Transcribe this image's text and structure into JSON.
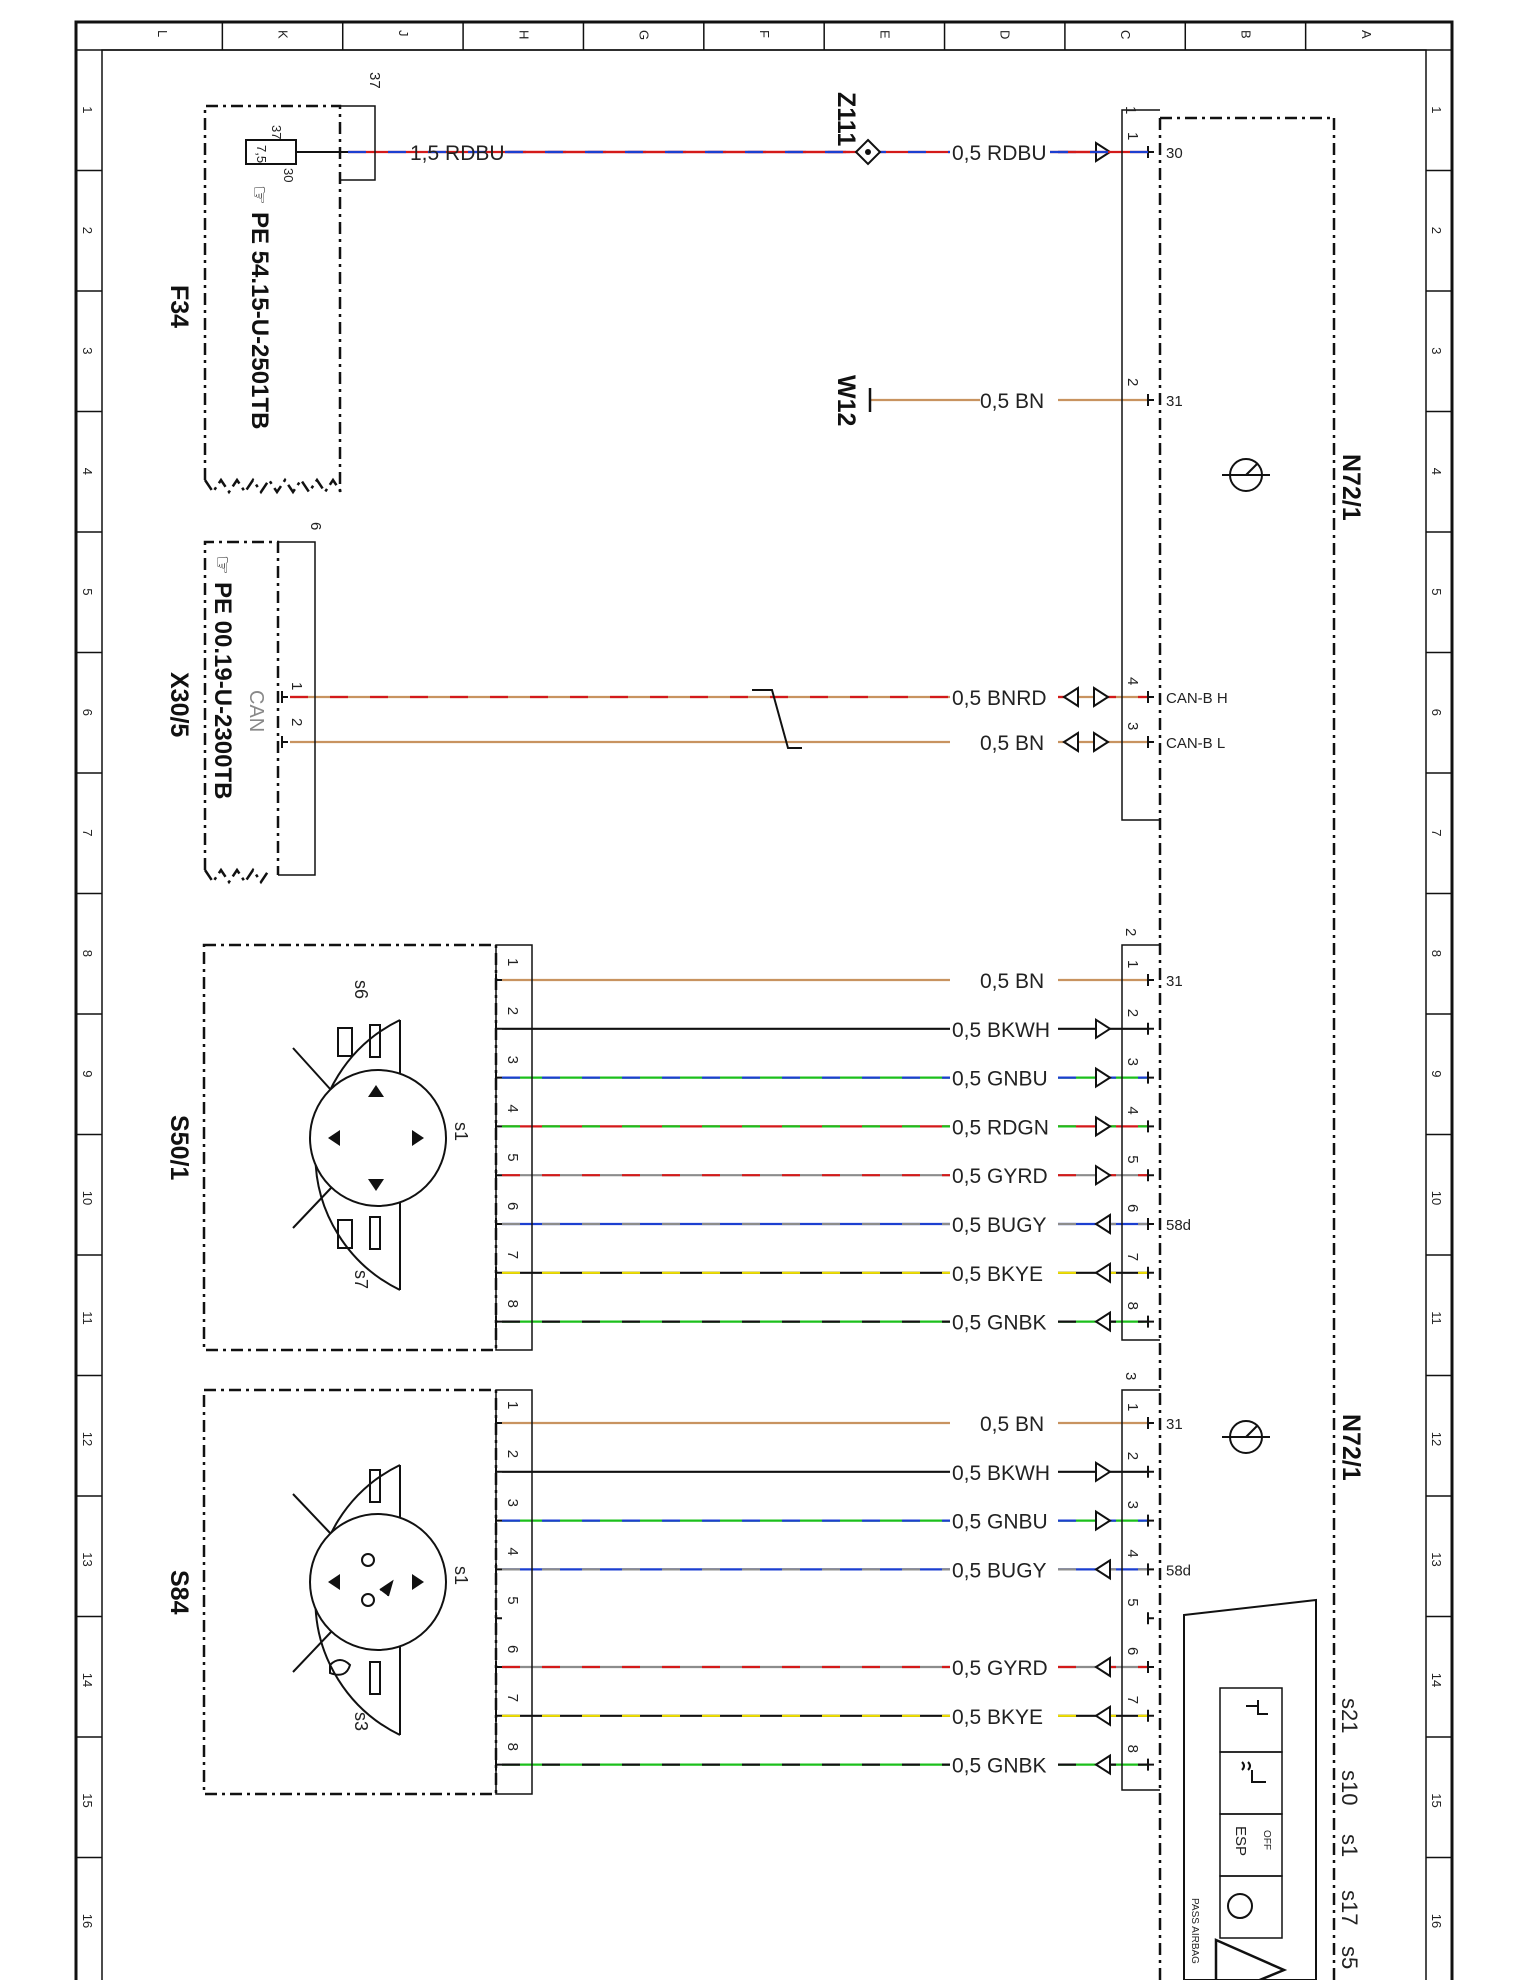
{
  "grid": {
    "columns": [
      "L",
      "K",
      "J",
      "H",
      "G",
      "F",
      "E",
      "D",
      "C",
      "B",
      "A"
    ],
    "rows": [
      "1",
      "2",
      "3",
      "4",
      "5",
      "6",
      "7",
      "8",
      "9",
      "10",
      "11",
      "12",
      "13",
      "14",
      "15",
      "16"
    ]
  },
  "fuse_box": {
    "id": "F34",
    "fuse_value": "7,5",
    "terminal_in": "37",
    "terminal_out": "30",
    "connector": "37",
    "ref": "PE 54.15-U-2501TB"
  },
  "can_connector": {
    "id": "X30/5",
    "connector": "6",
    "can_label": "CAN",
    "pins": [
      "1",
      "2"
    ],
    "ref": "PE 00.19-U-2300TB"
  },
  "splice": {
    "id": "Z111"
  },
  "ground": {
    "id": "W12"
  },
  "module": {
    "id": "N72/1",
    "id_lower": "N72/1",
    "connector_1": "1",
    "connector_2": "2",
    "connector_3": "3"
  },
  "upper_wires": [
    {
      "left_label": "1,5 RDBU",
      "label": "0,5 RDBU",
      "pin": "1",
      "signal": "30",
      "colors": [
        "#d31a1a",
        "#1c3fd0"
      ]
    },
    {
      "label": "0,5 BN",
      "pin": "2",
      "signal": "31",
      "colors": [
        "#c89360"
      ]
    },
    {
      "label": "0,5 BNRD",
      "pin": "4",
      "signal": "CAN-B H",
      "colors": [
        "#c89360",
        "#d31a1a"
      ]
    },
    {
      "label": "0,5 BN",
      "pin": "3",
      "signal": "CAN-B L",
      "colors": [
        "#c89360"
      ]
    }
  ],
  "switch_s50": {
    "id": "S50/1",
    "sw_top": "s6",
    "sw_mid": "s1",
    "sw_bot": "s7",
    "wires": [
      {
        "pin": "1",
        "label": "0,5 BN",
        "signal": "31",
        "colors": [
          "#c89360"
        ]
      },
      {
        "pin": "2",
        "label": "0,5 BKWH",
        "signal": "",
        "colors": [
          "#111111"
        ]
      },
      {
        "pin": "3",
        "label": "0,5 GNBU",
        "signal": "",
        "colors": [
          "#1cbf1c",
          "#1c3fd0"
        ]
      },
      {
        "pin": "4",
        "label": "0,5 RDGN",
        "signal": "",
        "colors": [
          "#d31a1a",
          "#1cbf1c"
        ]
      },
      {
        "pin": "5",
        "label": "0,5 GYRD",
        "signal": "",
        "colors": [
          "#8c8c8c",
          "#d31a1a"
        ]
      },
      {
        "pin": "6",
        "label": "0,5 BUGY",
        "signal": "58d",
        "colors": [
          "#1c3fd0",
          "#8c8c8c"
        ]
      },
      {
        "pin": "7",
        "label": "0,5 BKYE",
        "signal": "",
        "colors": [
          "#111111",
          "#f0e000"
        ]
      },
      {
        "pin": "8",
        "label": "0,5 GNBK",
        "signal": "",
        "colors": [
          "#1cbf1c",
          "#111111"
        ]
      }
    ]
  },
  "switch_s84": {
    "id": "S84",
    "sw_mid": "s1",
    "sw_bot": "s3",
    "wires": [
      {
        "pin": "1",
        "label": "0,5 BN",
        "signal": "31",
        "colors": [
          "#c89360"
        ]
      },
      {
        "pin": "2",
        "label": "0,5 BKWH",
        "signal": "",
        "colors": [
          "#111111"
        ]
      },
      {
        "pin": "3",
        "label": "0,5 GNBU",
        "signal": "",
        "colors": [
          "#1cbf1c",
          "#1c3fd0"
        ]
      },
      {
        "pin": "4",
        "label": "0,5 BUGY",
        "signal": "58d",
        "colors": [
          "#1c3fd0",
          "#8c8c8c"
        ]
      },
      {
        "pin": "5",
        "label": "",
        "signal": "",
        "colors": []
      },
      {
        "pin": "6",
        "label": "0,5 GYRD",
        "signal": "",
        "colors": [
          "#8c8c8c",
          "#d31a1a"
        ]
      },
      {
        "pin": "7",
        "label": "0,5 BKYE",
        "signal": "",
        "colors": [
          "#111111",
          "#f0e000"
        ]
      },
      {
        "pin": "8",
        "label": "0,5 GNBK",
        "signal": "",
        "colors": [
          "#1cbf1c",
          "#111111"
        ]
      }
    ]
  },
  "control_panel": {
    "switch_labels": [
      "s21",
      "s10",
      "s1",
      "s17",
      "s5"
    ],
    "esp": "ESP",
    "off": "OFF",
    "airbag": "PASS AIRBAG"
  }
}
